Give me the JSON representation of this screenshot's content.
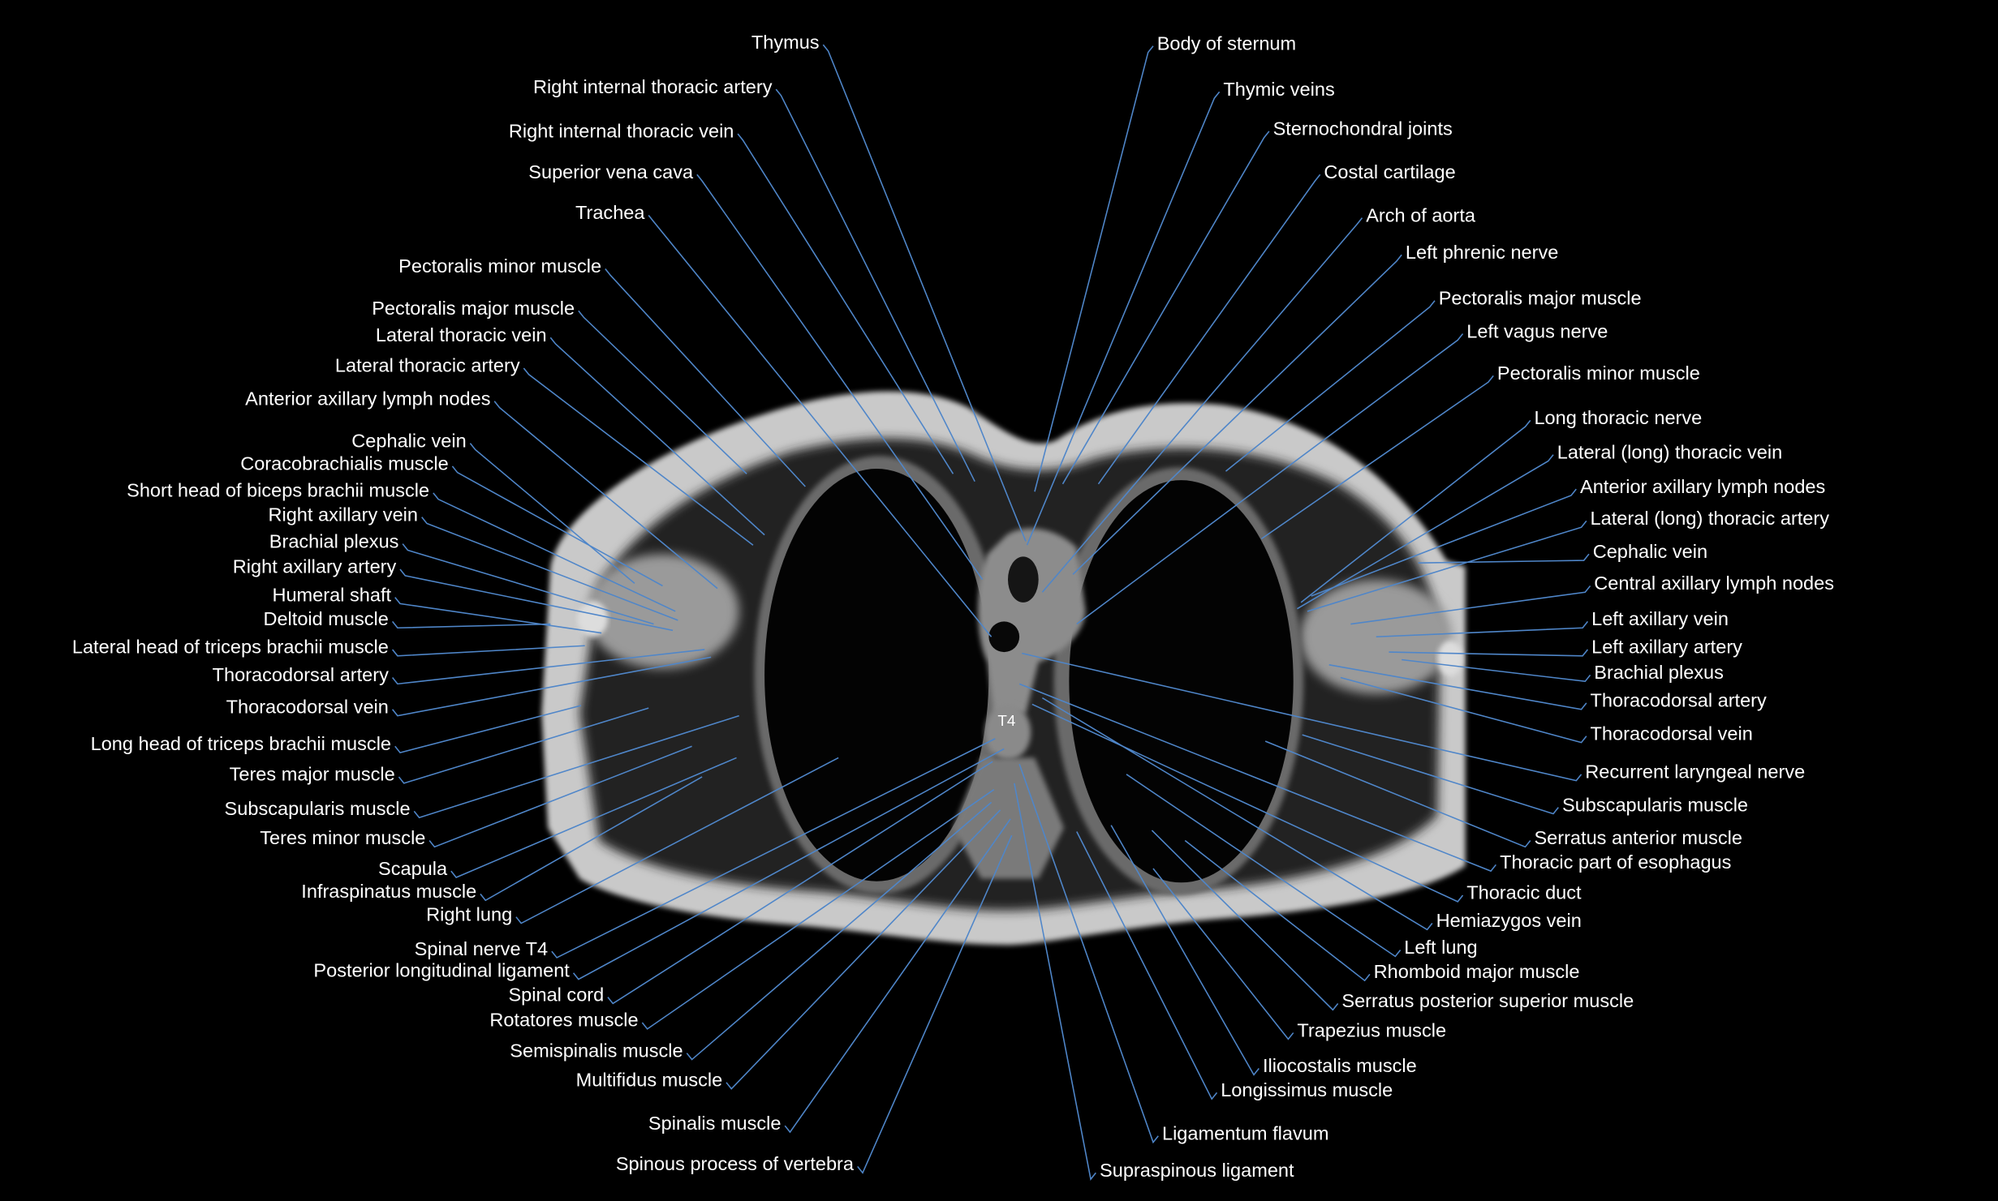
{
  "vertebra_level": "T4",
  "leader_color": "#4f86c9",
  "labels_left": [
    "Thymus",
    "Right internal thoracic artery",
    "Right internal thoracic vein",
    "Superior vena cava",
    "Trachea",
    "Pectoralis minor muscle",
    "Pectoralis major muscle",
    "Lateral thoracic vein",
    "Lateral thoracic artery",
    "Anterior axillary lymph nodes",
    "Cephalic vein",
    "Coracobrachialis muscle",
    "Short head of biceps brachii muscle",
    "Right axillary vein",
    "Brachial plexus",
    "Right axillary artery",
    "Humeral shaft",
    "Deltoid muscle",
    "Lateral head of triceps brachii muscle",
    "Thoracodorsal artery",
    "Thoracodorsal vein",
    "Long head of triceps brachii muscle",
    "Teres major muscle",
    "Subscapularis muscle",
    "Teres minor muscle",
    "Scapula",
    "Infraspinatus muscle",
    "Right lung",
    "Spinal nerve T4",
    "Posterior longitudinal ligament",
    "Spinal cord",
    "Rotatores muscle",
    "Semispinalis muscle",
    "Multifidus muscle",
    "Spinalis muscle",
    "Spinous process of vertebra"
  ],
  "labels_right": [
    "Body of sternum",
    "Thymic veins",
    "Sternochondral joints",
    "Costal cartilage",
    "Arch of aorta",
    "Left phrenic nerve",
    "Pectoralis major muscle",
    "Left vagus nerve",
    "Pectoralis minor muscle",
    "Long thoracic nerve",
    "Lateral (long) thoracic vein",
    "Anterior axillary lymph nodes",
    "Lateral (long) thoracic artery",
    "Cephalic vein",
    "Central axillary lymph nodes",
    "Left axillary vein",
    "Left axillary artery",
    "Brachial plexus",
    "Thoracodorsal artery",
    "Thoracodorsal vein",
    "Recurrent laryngeal nerve",
    "Subscapularis muscle",
    "Serratus anterior muscle",
    "Thoracic part of esophagus",
    "Thoracic duct",
    "Hemiazygos vein",
    "Left lung",
    "Rhomboid major muscle",
    "Serratus posterior superior muscle",
    "Trapezius muscle",
    "Iliocostalis muscle",
    "Longissimus muscle",
    "Ligamentum flavum",
    "Supraspinous ligament"
  ]
}
